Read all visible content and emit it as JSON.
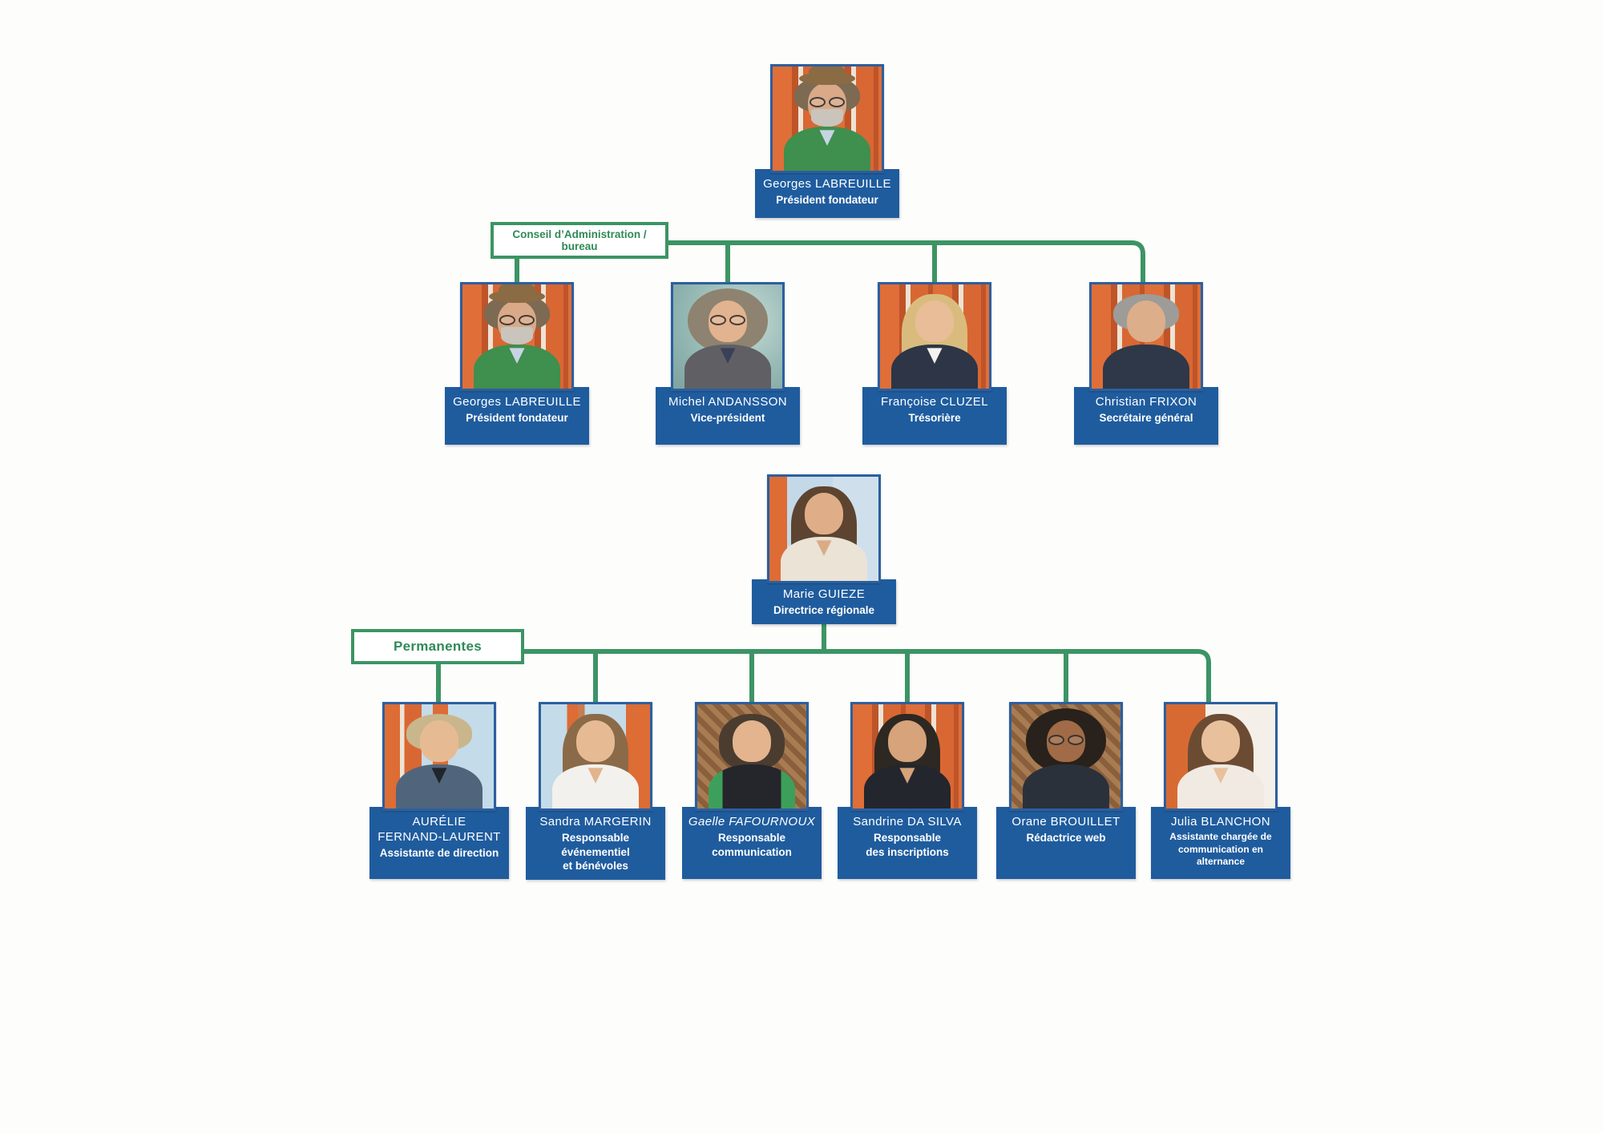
{
  "colors": {
    "banner_blue": "#1f5c9e",
    "photo_border_blue": "#2c5f9f",
    "connector_green": "#3c9464",
    "label_text_green": "#2f8a57",
    "background": "#ffffff"
  },
  "root": {
    "name": "Georges LABREUILLE",
    "role": "Président fondateur"
  },
  "board": {
    "label": "Conseil d’Administration / bureau",
    "members": [
      {
        "name": "Georges LABREUILLE",
        "role": "Président fondateur"
      },
      {
        "name": "Michel ANDANSSON",
        "role": "Vice-président"
      },
      {
        "name": "Françoise CLUZEL",
        "role": "Trésorière"
      },
      {
        "name": "Christian FRIXON",
        "role": "Secrétaire général"
      }
    ]
  },
  "director": {
    "name": "Marie GUIEZE",
    "role": "Directrice régionale"
  },
  "staff": {
    "label": "Permanentes",
    "members": [
      {
        "name": "AURÉLIE\nFERNAND-LAURENT",
        "role": "Assistante de direction"
      },
      {
        "name": "Sandra MARGERIN",
        "role": "Responsable événementiel\net bénévoles"
      },
      {
        "name": "Gaelle FAFOURNOUX",
        "role": "Responsable\ncommunication"
      },
      {
        "name": "Sandrine DA SILVA",
        "role": "Responsable\ndes inscriptions"
      },
      {
        "name": "Orane BROUILLET",
        "role": "Rédactrice web"
      },
      {
        "name": "Julia BLANCHON",
        "role": "Assistante chargée de\ncommunication en\nalternance"
      }
    ]
  }
}
